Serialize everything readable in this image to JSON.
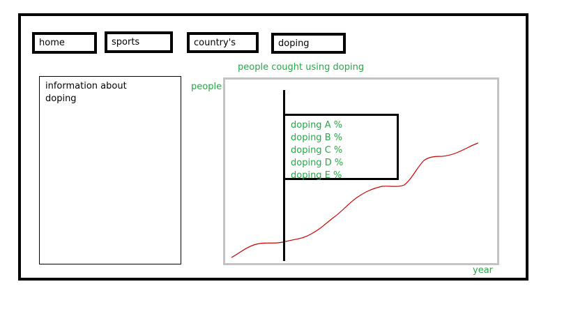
{
  "nav": {
    "items": [
      {
        "label": "home"
      },
      {
        "label": "sports"
      },
      {
        "label": "country's"
      },
      {
        "label": "doping"
      }
    ]
  },
  "info": {
    "line1": "information about",
    "line2": "doping"
  },
  "chart": {
    "title": "people cought using doping",
    "ylabel": "people",
    "xlabel": "year",
    "legend": [
      "doping A %",
      "doping B %",
      "doping C %",
      "doping D %",
      "doping E %"
    ],
    "line_color": "#cc0000",
    "label_color": "#22aa44"
  }
}
